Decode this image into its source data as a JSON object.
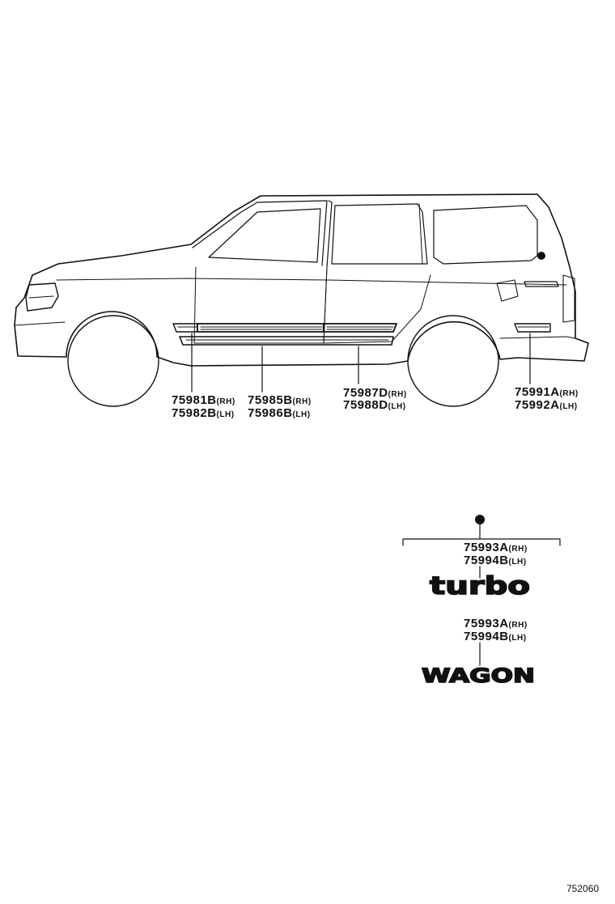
{
  "callouts": [
    {
      "part_rh": "75981B",
      "side_rh": "(RH)",
      "part_lh": "75982B",
      "side_lh": "(LH)"
    },
    {
      "part_rh": "75985B",
      "side_rh": "(RH)",
      "part_lh": "75986B",
      "side_lh": "(LH)"
    },
    {
      "part_rh": "75987D",
      "side_rh": "(RH)",
      "part_lh": "75988D",
      "side_lh": "(LH)"
    },
    {
      "part_rh": "75991A",
      "side_rh": "(RH)",
      "part_lh": "75992A",
      "side_lh": "(LH)"
    },
    {
      "part_rh": "75993A",
      "side_rh": "(RH)",
      "part_lh": "75994B",
      "side_lh": "(LH)"
    },
    {
      "part_rh": "75993A",
      "side_rh": "(RH)",
      "part_lh": "75994B",
      "side_lh": "(LH)"
    }
  ],
  "emblems": {
    "turbo": "turbo",
    "wagon": "WAGON"
  },
  "figure_number": "752060"
}
